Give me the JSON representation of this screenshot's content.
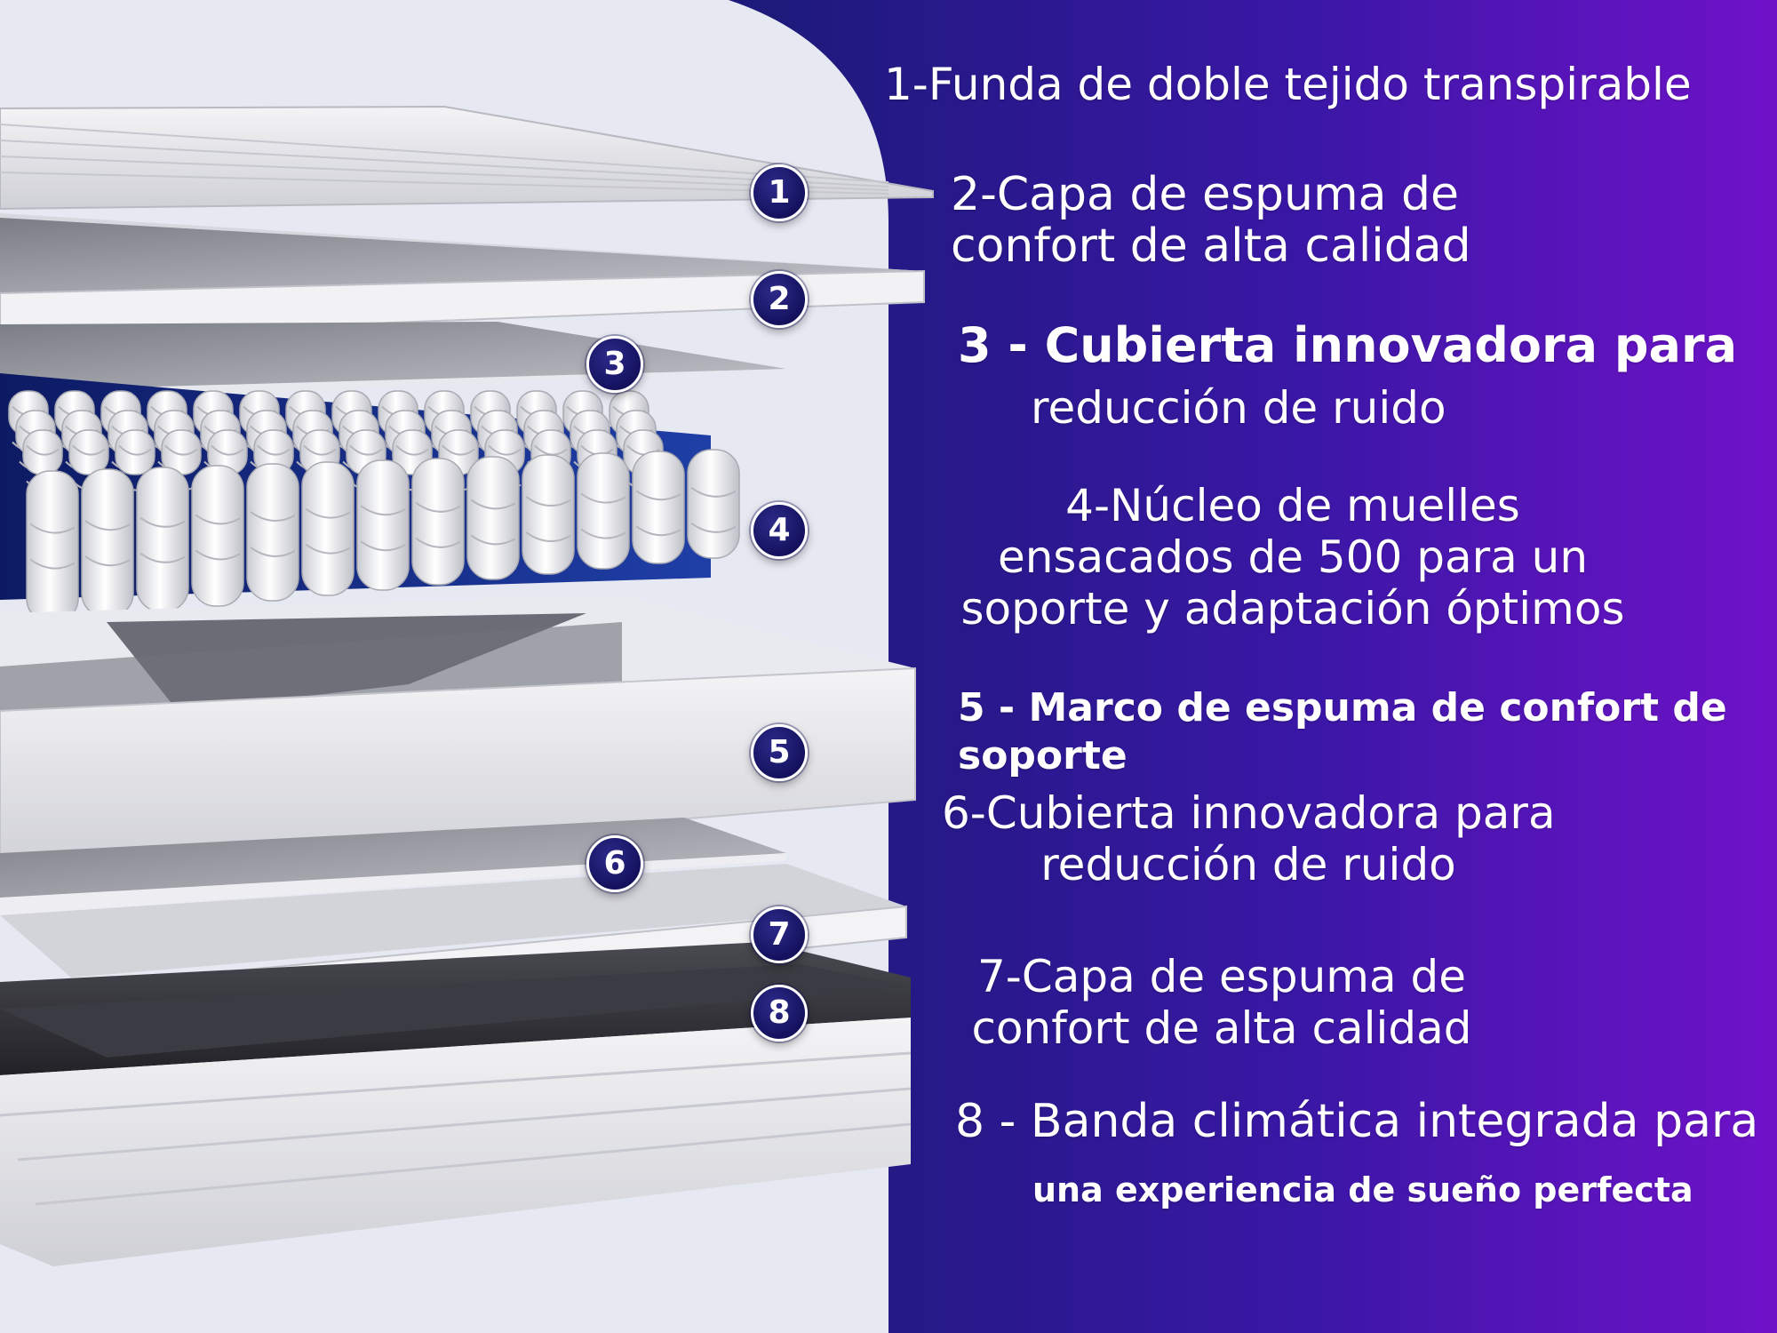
{
  "colors": {
    "left_background": "#e6e8f2",
    "right_gradient_start": "#1b1a78",
    "right_gradient_end": "#6f12c9",
    "badge": "#14125e",
    "text": "#ffffff"
  },
  "badges": [
    "1",
    "2",
    "3",
    "4",
    "5",
    "6",
    "7",
    "8"
  ],
  "layers": [
    {
      "lines": [
        "1-Funda de doble tejido transpirable"
      ]
    },
    {
      "lines": [
        "2-Capa de espuma de",
        "confort de alta calidad"
      ]
    },
    {
      "lines": [
        "3 - Cubierta innovadora para",
        "reducción de ruido"
      ]
    },
    {
      "lines": [
        "4-Núcleo de muelles",
        "ensacados de 500 para un",
        "soporte y adaptación óptimos"
      ]
    },
    {
      "lines": [
        "5 - Marco de espuma de confort de",
        "soporte"
      ]
    },
    {
      "lines": [
        "6-Cubierta innovadora para",
        "reducción de ruido"
      ]
    },
    {
      "lines": [
        "7-Capa de espuma de",
        "confort de alta calidad"
      ]
    },
    {
      "lines": [
        "8 - Banda climática integrada para",
        "una experiencia de sueño perfecta"
      ]
    }
  ]
}
